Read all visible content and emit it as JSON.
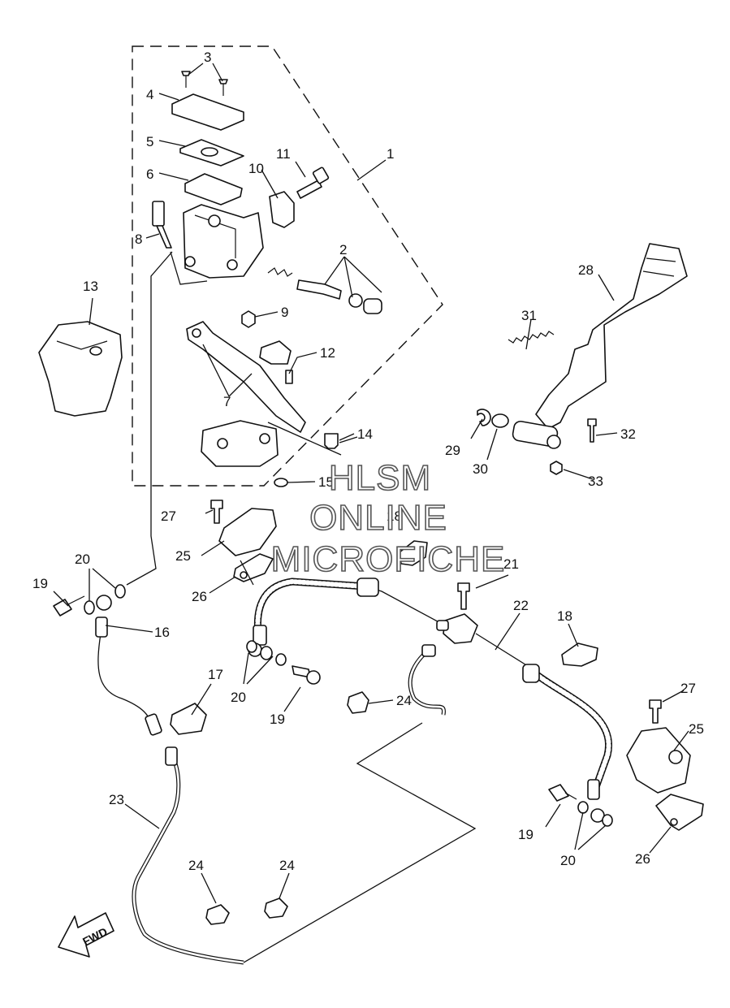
{
  "callouts": [
    {
      "id": "c1",
      "text": "1"
    },
    {
      "id": "c2",
      "text": "2"
    },
    {
      "id": "c3",
      "text": "3"
    },
    {
      "id": "c4",
      "text": "4"
    },
    {
      "id": "c5",
      "text": "5"
    },
    {
      "id": "c6",
      "text": "6"
    },
    {
      "id": "c7",
      "text": "7"
    },
    {
      "id": "c8",
      "text": "8"
    },
    {
      "id": "c9",
      "text": "9"
    },
    {
      "id": "c10",
      "text": "10"
    },
    {
      "id": "c11",
      "text": "11"
    },
    {
      "id": "c12",
      "text": "12"
    },
    {
      "id": "c13",
      "text": "13"
    },
    {
      "id": "c14",
      "text": "14"
    },
    {
      "id": "c15",
      "text": "15"
    },
    {
      "id": "c16",
      "text": "16"
    },
    {
      "id": "c17",
      "text": "17"
    },
    {
      "id": "c18a",
      "text": "18"
    },
    {
      "id": "c18b",
      "text": "18"
    },
    {
      "id": "c19a",
      "text": "19"
    },
    {
      "id": "c19b",
      "text": "19"
    },
    {
      "id": "c19c",
      "text": "19"
    },
    {
      "id": "c20a",
      "text": "20"
    },
    {
      "id": "c20b",
      "text": "20"
    },
    {
      "id": "c20c",
      "text": "20"
    },
    {
      "id": "c21",
      "text": "21"
    },
    {
      "id": "c22",
      "text": "22"
    },
    {
      "id": "c23",
      "text": "23"
    },
    {
      "id": "c24a",
      "text": "24"
    },
    {
      "id": "c24b",
      "text": "24"
    },
    {
      "id": "c24c",
      "text": "24"
    },
    {
      "id": "c25a",
      "text": "25"
    },
    {
      "id": "c25b",
      "text": "25"
    },
    {
      "id": "c26a",
      "text": "26"
    },
    {
      "id": "c26b",
      "text": "26"
    },
    {
      "id": "c27a",
      "text": "27"
    },
    {
      "id": "c27b",
      "text": "27"
    },
    {
      "id": "c28",
      "text": "28"
    },
    {
      "id": "c29",
      "text": "29"
    },
    {
      "id": "c30",
      "text": "30"
    },
    {
      "id": "c31",
      "text": "31"
    },
    {
      "id": "c32",
      "text": "32"
    },
    {
      "id": "c33",
      "text": "33"
    }
  ],
  "fwd_label": "FWD",
  "watermark": [
    "HLSM",
    "ONLINE",
    "MICROFICHE"
  ]
}
